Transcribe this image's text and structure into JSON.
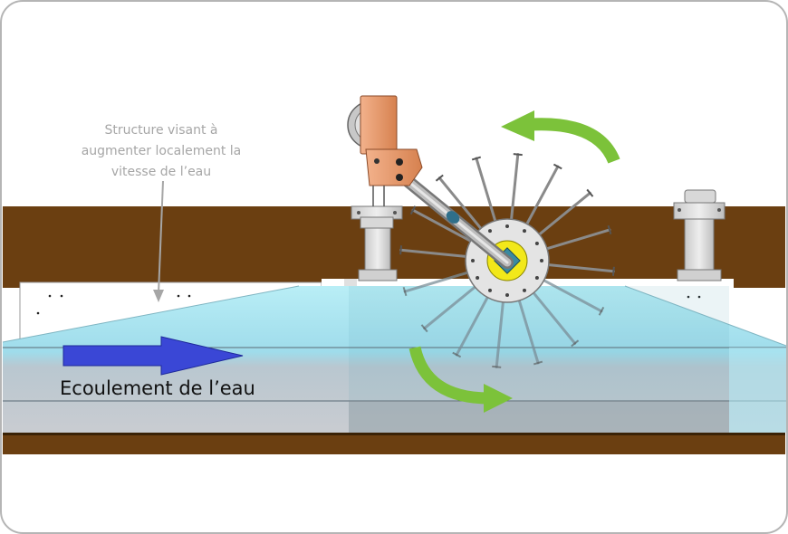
{
  "annotation": {
    "lines": [
      "Structure visant à",
      "augmenter localement la",
      "vitesse de l’eau"
    ]
  },
  "flow_label": "Ecoulement de l’eau",
  "colors": {
    "ground": "#6b3f11",
    "water_surface": "#a9e3ef",
    "water_deep": "#bfc6cc",
    "flow_arrow": "#3a47d6",
    "rotation_arrow": "#7cc23a",
    "hub": "#f2e81a",
    "motor": "#e79a6b",
    "frame_border": "#b5b5b5"
  },
  "icons": {
    "flow_arrow": "arrow-right",
    "rotation_top": "curved-arrow-counterclockwise",
    "rotation_bottom": "curved-arrow-clockwise"
  }
}
